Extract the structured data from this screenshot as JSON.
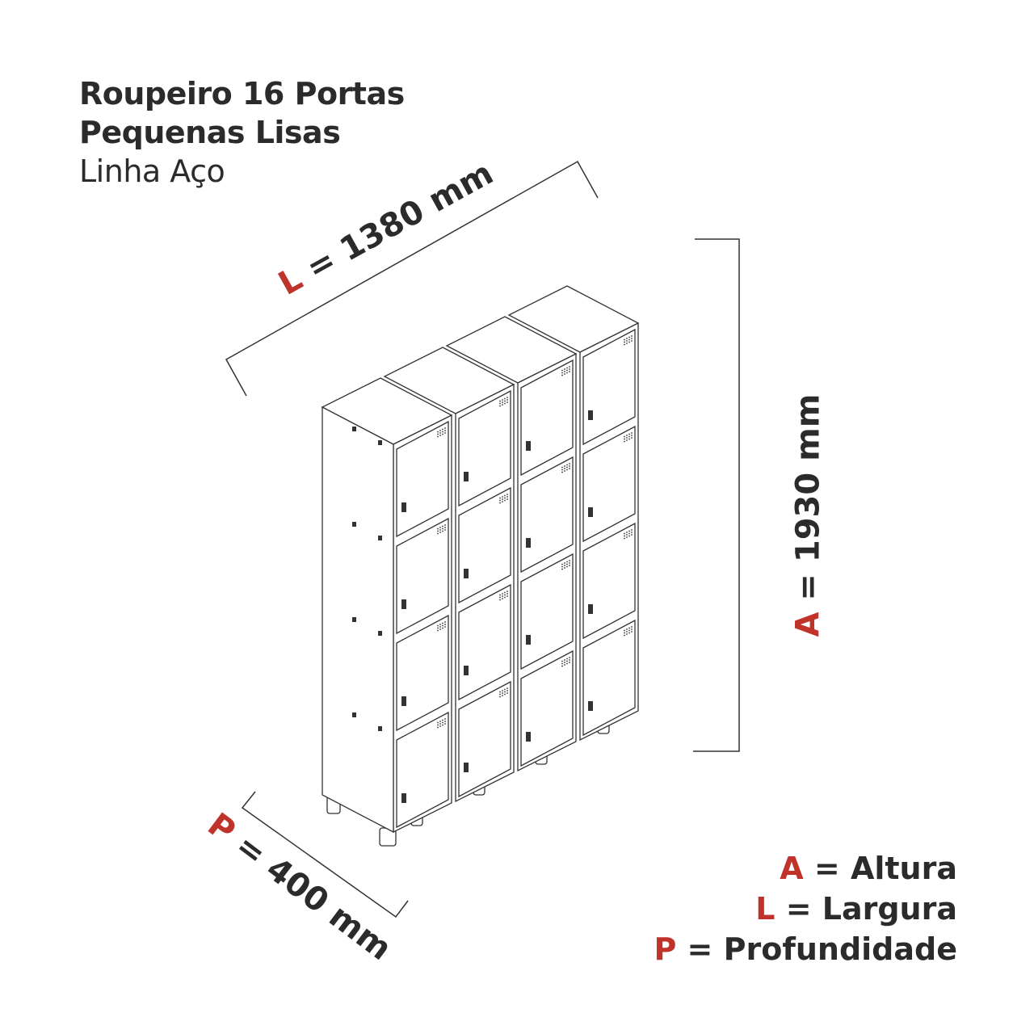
{
  "title": {
    "line1": "Roupeiro 16 Portas",
    "line2": "Pequenas Lisas",
    "line3": "Linha Aço"
  },
  "dimensions": {
    "width": {
      "letter": "L",
      "value": "= 1380 mm"
    },
    "height": {
      "letter": "A",
      "value": "= 1930 mm"
    },
    "depth": {
      "letter": "P",
      "value": "= 400 mm"
    }
  },
  "legend": [
    {
      "letter": "A",
      "text": "= Altura"
    },
    {
      "letter": "L",
      "text": "= Largura"
    },
    {
      "letter": "P",
      "text": "= Profundidade"
    }
  ],
  "product": {
    "columns": 4,
    "doors_per_column": 4
  },
  "colors": {
    "accent": "#c0332b",
    "text": "#2b2b2b",
    "line": "#333333"
  }
}
